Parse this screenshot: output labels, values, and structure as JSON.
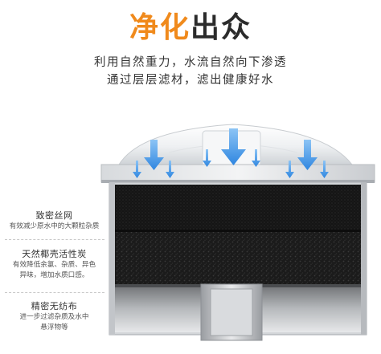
{
  "headline": {
    "highlight": "净化",
    "rest": "出众"
  },
  "subtitle": {
    "line1": "利用自然重力，水流自然向下渗透",
    "line2": "通过层层滤材，滤出健康好水"
  },
  "layers": [
    {
      "title": "致密丝网",
      "description": [
        "有效减少原水中的大颗粒杂质"
      ]
    },
    {
      "title": "天然椰壳活性炭",
      "description": [
        "有效降低余氯、杂质、异色",
        "异味，增加水质口感。"
      ]
    },
    {
      "title": "精密无纺布",
      "description": [
        "进一步过滤杂质及水中",
        "悬浮物等"
      ]
    }
  ],
  "colors": {
    "accent": "#f08a1c",
    "arrow_blue": "#2f86e0",
    "carbon": "#1c1c1c"
  }
}
